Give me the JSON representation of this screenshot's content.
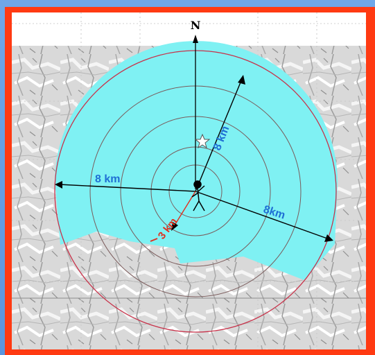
{
  "colors": {
    "background": "#5b95de",
    "frame": "#ff3a12",
    "zone": "#7ff1f3",
    "ring": "#c8324a",
    "inner_ring": "#7a5a5a",
    "arrow": "#000000",
    "blue_label": "#1f6fd4",
    "red_label": "#e0301e"
  },
  "diagram": {
    "north_label": "N",
    "labels": {
      "km8_north": "8 km",
      "km8_west": "8 km",
      "km8_east": "8km",
      "km3_southwest": "3 km"
    },
    "icons": {
      "center": "person-icon",
      "near_point": "star-icon"
    }
  }
}
